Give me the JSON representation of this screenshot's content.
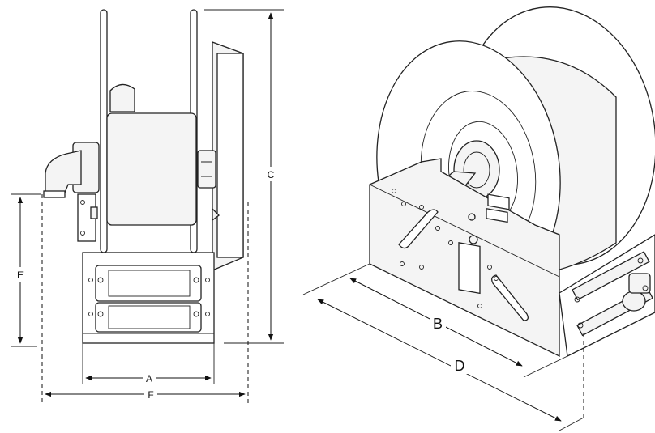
{
  "dimension_labels": {
    "a": "A",
    "b": "B",
    "c": "C",
    "d": "D",
    "e": "E",
    "f": "F"
  }
}
